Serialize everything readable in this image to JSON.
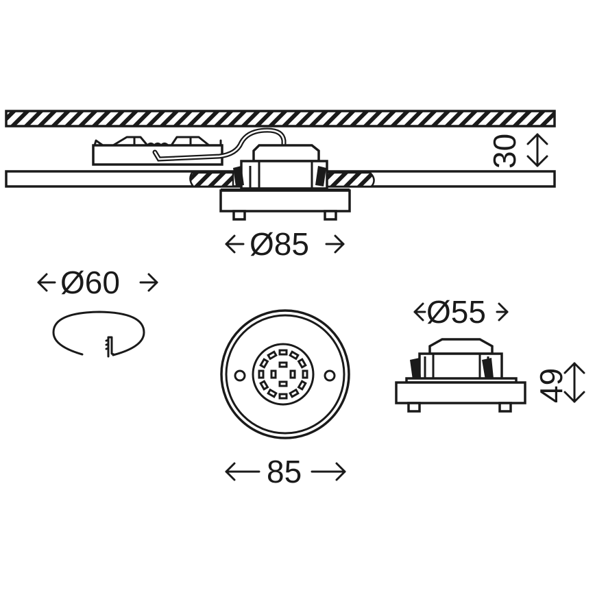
{
  "diagram": {
    "title": "Recessed downlight installation dimensions",
    "colors": {
      "ink": "#1a1a1a",
      "background": "#ffffff"
    },
    "views": [
      {
        "id": "installed-side-view",
        "description": "Fixture mounted in ceiling panel with driver box and cable, under hatched slab"
      },
      {
        "id": "cutout-ring-view",
        "description": "Ceiling cutout ring with spring clip"
      },
      {
        "id": "front-view",
        "description": "Round bezel with LED array and two screw holes"
      },
      {
        "id": "fixture-side-view",
        "description": "Fixture profile with spring clips and mounting pins"
      }
    ],
    "dimensions": {
      "installed_depth": {
        "value": "30",
        "unit": "mm",
        "orientation": "vertical"
      },
      "bezel_diameter_top": {
        "value": "Ø85",
        "unit": "mm",
        "orientation": "horizontal"
      },
      "cutout_diameter": {
        "value": "Ø60",
        "unit": "mm",
        "orientation": "horizontal"
      },
      "body_diameter": {
        "value": "Ø55",
        "unit": "mm",
        "orientation": "horizontal"
      },
      "fixture_height": {
        "value": "49",
        "unit": "mm",
        "orientation": "vertical"
      },
      "bezel_width_front": {
        "value": "85",
        "unit": "mm",
        "orientation": "horizontal"
      }
    },
    "icons": {
      "arrow_left": "left-arrow-icon",
      "arrow_right": "right-arrow-icon",
      "arrow_double_vertical": "double-vertical-arrow-icon",
      "diameter": "diameter-symbol"
    }
  }
}
